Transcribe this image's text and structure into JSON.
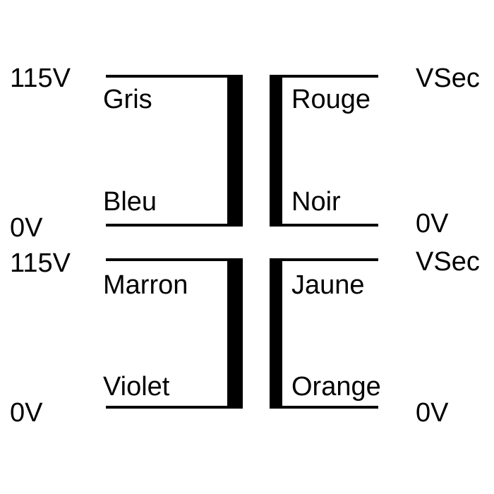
{
  "diagram": {
    "ink": "#000000",
    "background": "#ffffff",
    "top": {
      "primary_high": "115V",
      "primary_low": "0V",
      "secondary_high": "VSec",
      "secondary_low": "0V",
      "wire_primary_high": "Gris",
      "wire_primary_low": "Bleu",
      "wire_secondary_high": "Rouge",
      "wire_secondary_low": "Noir"
    },
    "bottom": {
      "primary_high": "115V",
      "primary_low": "0V",
      "secondary_high": "VSec",
      "secondary_low": "0V",
      "wire_primary_high": "Marron",
      "wire_primary_low": "Violet",
      "wire_secondary_high": "Jaune",
      "wire_secondary_low": "Orange"
    }
  }
}
